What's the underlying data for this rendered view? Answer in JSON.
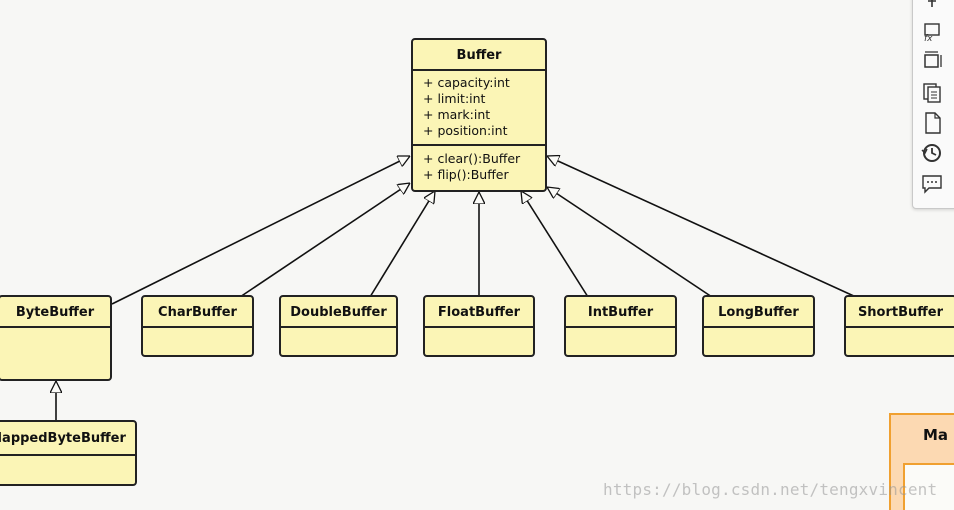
{
  "diagram": {
    "parent": {
      "name": "Buffer",
      "attributes": [
        "+ capacity:int",
        "+ limit:int",
        "+ mark:int",
        "+ position:int"
      ],
      "methods": [
        "+ clear():Buffer",
        "+ flip():Buffer"
      ]
    },
    "subclasses": [
      "ByteBuffer",
      "CharBuffer",
      "DoubleBuffer",
      "FloatBuffer",
      "IntBuffer",
      "LongBuffer",
      "ShortBuffer"
    ],
    "grandchild": {
      "name": "MappedByteBuffer",
      "parent": "ByteBuffer"
    },
    "partial_box_title": "Ma"
  },
  "toolbar": {
    "buttons": [
      "pin-icon",
      "formula-icon",
      "resize-icon",
      "copy-icon",
      "new-page-icon",
      "history-icon",
      "comment-icon"
    ]
  },
  "watermark": "https://blog.csdn.net/tengxvincent",
  "colors": {
    "class_fill": "#fbf5b6",
    "class_border": "#222222",
    "partial_border": "#f0a030",
    "partial_fill": "#fcd9b2"
  }
}
